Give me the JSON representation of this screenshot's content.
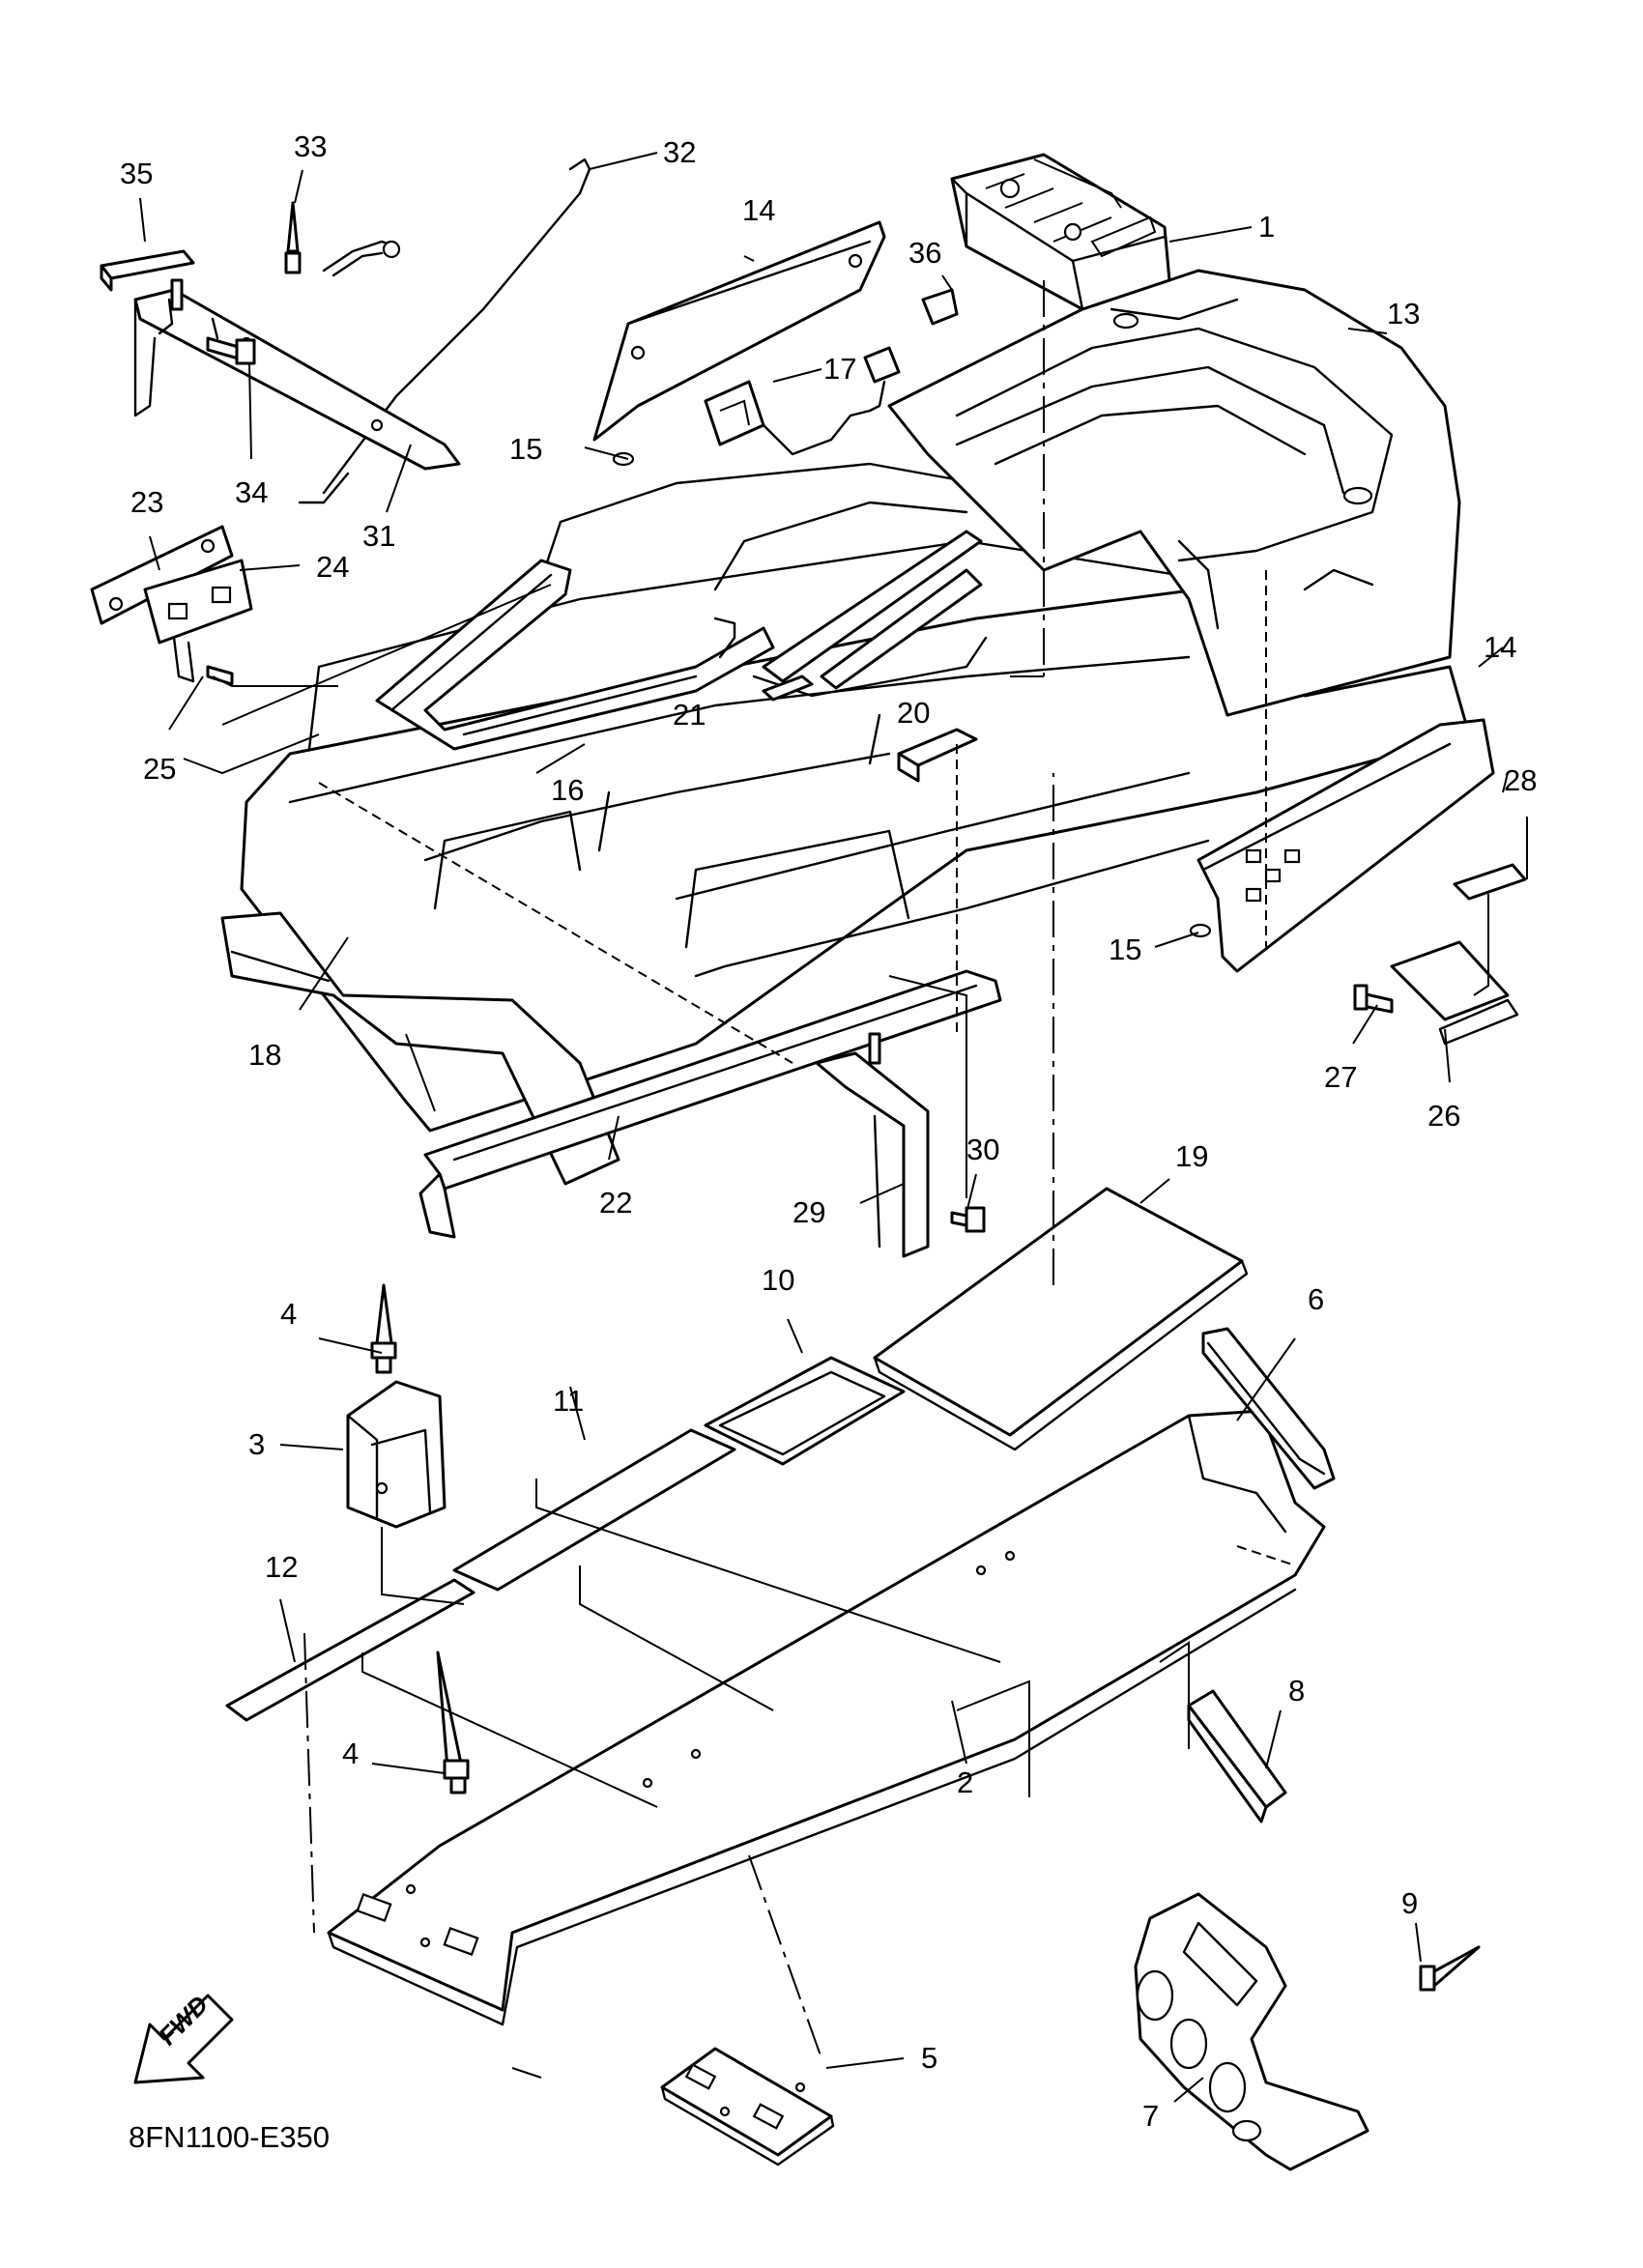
{
  "diagram_code": "8FN1100-E350",
  "direction_label": "FWD",
  "callouts": [
    {
      "id": "1",
      "text": "1"
    },
    {
      "id": "2",
      "text": "2"
    },
    {
      "id": "3",
      "text": "3"
    },
    {
      "id": "4a",
      "text": "4"
    },
    {
      "id": "4b",
      "text": "4"
    },
    {
      "id": "5",
      "text": "5"
    },
    {
      "id": "6",
      "text": "6"
    },
    {
      "id": "7",
      "text": "7"
    },
    {
      "id": "8",
      "text": "8"
    },
    {
      "id": "9",
      "text": "9"
    },
    {
      "id": "10",
      "text": "10"
    },
    {
      "id": "11",
      "text": "11"
    },
    {
      "id": "12",
      "text": "12"
    },
    {
      "id": "13",
      "text": "13"
    },
    {
      "id": "14a",
      "text": "14"
    },
    {
      "id": "14b",
      "text": "14"
    },
    {
      "id": "15a",
      "text": "15"
    },
    {
      "id": "15b",
      "text": "15"
    },
    {
      "id": "16",
      "text": "16"
    },
    {
      "id": "17",
      "text": "17"
    },
    {
      "id": "18",
      "text": "18"
    },
    {
      "id": "19",
      "text": "19"
    },
    {
      "id": "20",
      "text": "20"
    },
    {
      "id": "21",
      "text": "21"
    },
    {
      "id": "22",
      "text": "22"
    },
    {
      "id": "23",
      "text": "23"
    },
    {
      "id": "24",
      "text": "24"
    },
    {
      "id": "25",
      "text": "25"
    },
    {
      "id": "26",
      "text": "26"
    },
    {
      "id": "27",
      "text": "27"
    },
    {
      "id": "28",
      "text": "28"
    },
    {
      "id": "29",
      "text": "29"
    },
    {
      "id": "30",
      "text": "30"
    },
    {
      "id": "31",
      "text": "31"
    },
    {
      "id": "32",
      "text": "32"
    },
    {
      "id": "33",
      "text": "33"
    },
    {
      "id": "34",
      "text": "34"
    },
    {
      "id": "35",
      "text": "35"
    },
    {
      "id": "36",
      "text": "36"
    }
  ]
}
